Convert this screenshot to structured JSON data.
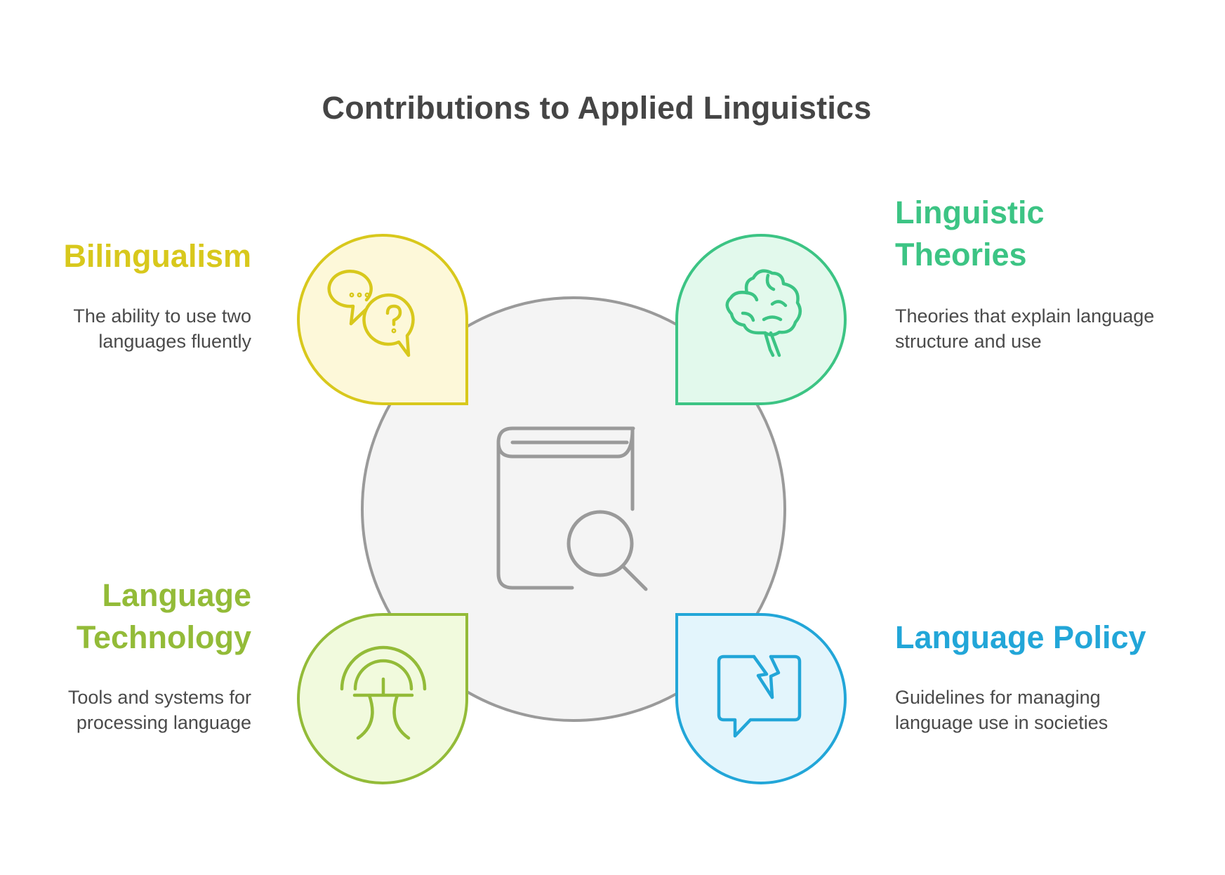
{
  "title": "Contributions to Applied Linguistics",
  "center": {
    "icon": "book-magnifier-icon"
  },
  "items": [
    {
      "id": "bilingualism",
      "heading": "Bilingualism",
      "description": "The ability to use two languages fluently",
      "icon": "chat-bubbles-question-icon",
      "color": "#d8c81c",
      "fill": "#fdf8d9"
    },
    {
      "id": "linguistic-theories",
      "heading": "Linguistic Theories",
      "description": "Theories that explain language structure and use",
      "icon": "brain-icon",
      "color": "#3cc484",
      "fill": "#e2f9ec"
    },
    {
      "id": "language-technology",
      "heading": "Language Technology",
      "description": "Tools and systems for processing language",
      "icon": "translate-signal-icon",
      "color": "#93bb38",
      "fill": "#f1fadd"
    },
    {
      "id": "language-policy",
      "heading": "Language Policy",
      "description": "Guidelines for managing language use in societies",
      "icon": "broken-speech-bubble-icon",
      "color": "#22a6d8",
      "fill": "#e3f5fc"
    }
  ]
}
